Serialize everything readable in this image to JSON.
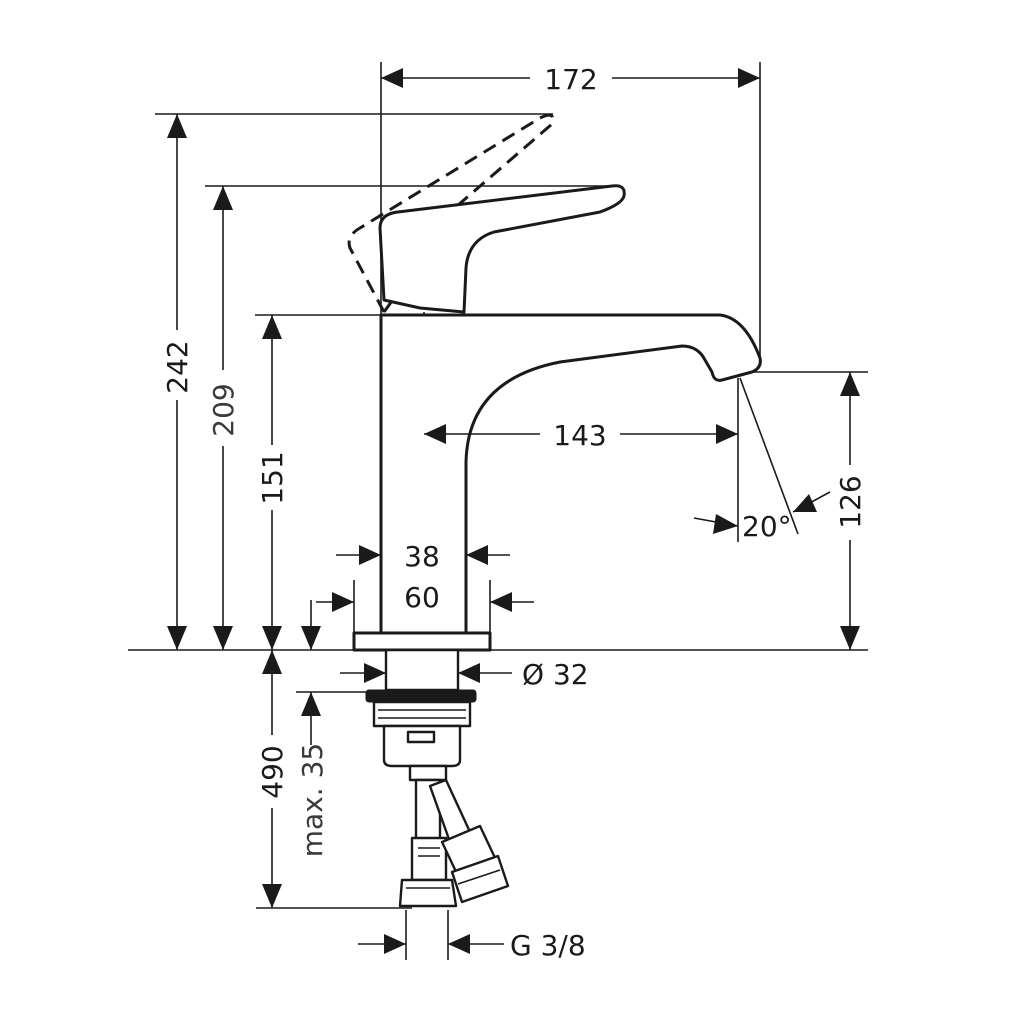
{
  "drawing": {
    "subject": "",
    "dimensions": {
      "overall_length": "172",
      "overall_height": "242",
      "lever_height": "209",
      "spout_height_top": "151",
      "outlet_height": "126",
      "spout_reach": "143",
      "body_width": "38",
      "base_width": "60",
      "mount_diameter": "Ø 32",
      "hose_length": "490",
      "max_deck": "max. 35",
      "connection": "G 3/8",
      "outlet_angle": "20°"
    }
  }
}
